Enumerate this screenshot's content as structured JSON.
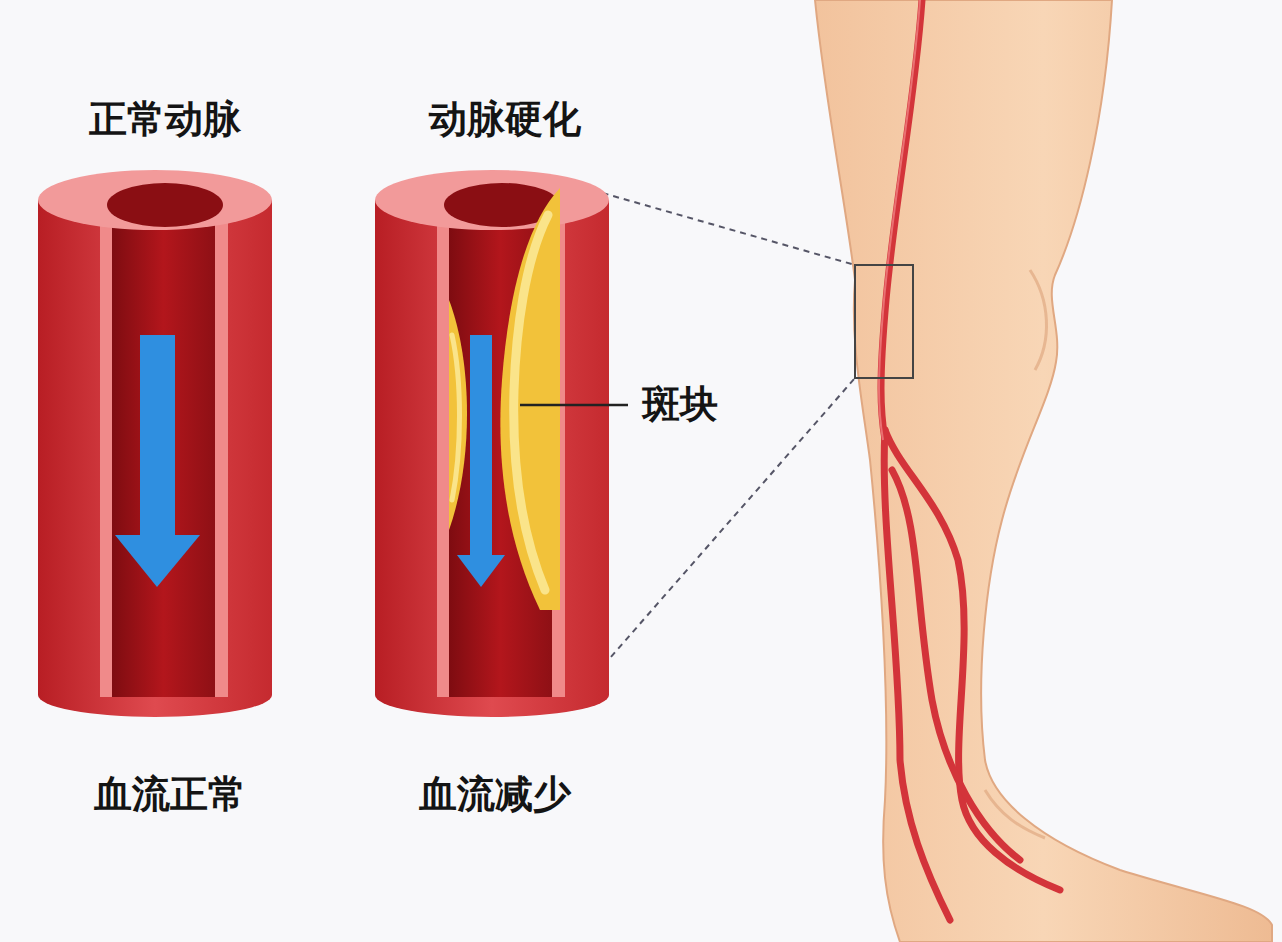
{
  "diagram": {
    "labels": [
      "正常动脉",
      "动脉硬化",
      "斑块",
      "血流正常",
      "血流减少"
    ]
  }
}
